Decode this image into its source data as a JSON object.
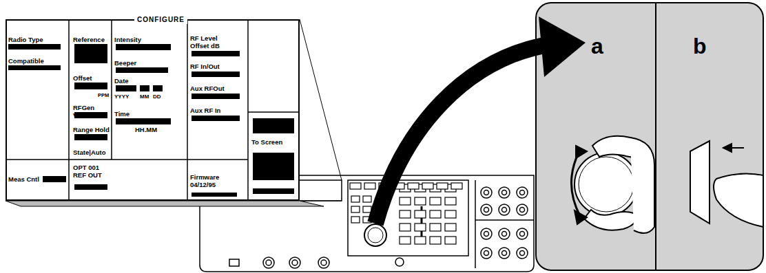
{
  "diagram": {
    "nodes": [
      {
        "text": [
          "CONFIGURE"
        ]
      },
      {
        "text": [
          "a"
        ]
      },
      {
        "text": [
          "b"
        ]
      }
    ],
    "labels": [
      "Radio Type",
      "Compatible",
      "Reference",
      "Offset",
      "PPM",
      "RFGen Volts",
      "Range Hold",
      "State|Auto",
      "Intensity",
      "Beeper",
      "Date",
      "YYYY",
      "MM",
      "DD",
      "Time",
      "HH.MM",
      "RF Level Offset dB",
      "RF In/Out",
      "Aux RFOut",
      "Aux RF In",
      "To Screen",
      "Meas Cntl",
      "OPT 001 REF OUT",
      "Firmware 04/12/95"
    ]
  }
}
